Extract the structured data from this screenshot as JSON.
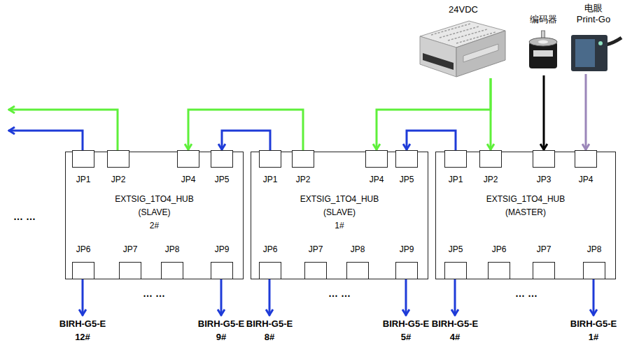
{
  "diagram": {
    "nodes": [
      {
        "text": [
          "24VDC"
        ]
      },
      {
        "text": [
          "编码器"
        ]
      },
      {
        "text": [
          "电眼 Print-Go"
        ]
      },
      {
        "text": [
          "EXTSIG_1TO4_HUB (SLAVE) 2#"
        ]
      },
      {
        "text": [
          "JP1"
        ],
        "in": 3
      },
      {
        "text": [
          "JP2"
        ],
        "in": 3
      },
      {
        "text": [
          "JP4"
        ],
        "in": 3
      },
      {
        "text": [
          "JP5"
        ],
        "in": 3
      },
      {
        "text": [
          "JP6"
        ],
        "in": 3
      },
      {
        "text": [
          "JP7"
        ],
        "in": 3
      },
      {
        "text": [
          "JP8"
        ],
        "in": 3
      },
      {
        "text": [
          "JP9"
        ],
        "in": 3
      },
      {
        "text": [
          "EXTSIG_1TO4_HUB (SLAVE) 1#"
        ]
      },
      {
        "text": [
          "JP1"
        ],
        "in": 12
      },
      {
        "text": [
          "JP2"
        ],
        "in": 12
      },
      {
        "text": [
          "JP4"
        ],
        "in": 12
      },
      {
        "text": [
          "JP5"
        ],
        "in": 12
      },
      {
        "text": [
          "JP6"
        ],
        "in": 12
      },
      {
        "text": [
          "JP7"
        ],
        "in": 12
      },
      {
        "text": [
          "JP8"
        ],
        "in": 12
      },
      {
        "text": [
          "JP9"
        ],
        "in": 12
      },
      {
        "text": [
          "EXTSIG_1TO4_HUB (MASTER)"
        ]
      },
      {
        "text": [
          "JP1"
        ],
        "in": 21
      },
      {
        "text": [
          "JP2"
        ],
        "in": 21
      },
      {
        "text": [
          "JP3"
        ],
        "in": 21
      },
      {
        "text": [
          "JP4"
        ],
        "in": 21
      },
      {
        "text": [
          "JP5"
        ],
        "in": 21
      },
      {
        "text": [
          "JP6"
        ],
        "in": 21
      },
      {
        "text": [
          "JP7"
        ],
        "in": 21
      },
      {
        "text": [
          "JP8"
        ],
        "in": 21
      },
      {
        "text": [
          "BIRH-G5-E 12#"
        ]
      },
      {
        "text": [
          "BIRH-G5-E 9#"
        ]
      },
      {
        "text": [
          "BIRH-G5-E 8#"
        ]
      },
      {
        "text": [
          "BIRH-G5-E 5#"
        ]
      },
      {
        "text": [
          "BIRH-G5-E 4#"
        ]
      },
      {
        "text": [
          "BIRH-G5-E 1#"
        ]
      }
    ],
    "edges": [
      {
        "from": 0,
        "to": 23,
        "arrow": "to"
      },
      {
        "from": 0,
        "to": 15,
        "arrow": "to"
      },
      {
        "from": 14,
        "to": 6,
        "arrow": "to"
      },
      {
        "from": 22,
        "to": 16,
        "arrow": "to"
      },
      {
        "from": 13,
        "to": 7,
        "arrow": "to"
      },
      {
        "from": 1,
        "to": 24,
        "arrow": "to"
      },
      {
        "from": 2,
        "to": 25,
        "arrow": "to"
      },
      {
        "from": 8,
        "to": 30,
        "arrow": "to"
      },
      {
        "from": 11,
        "to": 31,
        "arrow": "to"
      },
      {
        "from": 17,
        "to": 32,
        "arrow": "to"
      },
      {
        "from": 20,
        "to": 33,
        "arrow": "to"
      },
      {
        "from": 26,
        "to": 34,
        "arrow": "to"
      },
      {
        "from": 29,
        "to": 35,
        "arrow": "to"
      }
    ],
    "labels": [
      "… …",
      "… …",
      "… …",
      "… …"
    ]
  }
}
